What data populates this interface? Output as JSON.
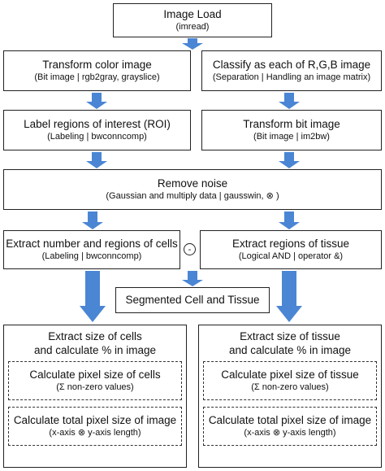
{
  "colors": {
    "arrow": "#4A86D4",
    "border": "#222222"
  },
  "boxes": {
    "image_load": {
      "title": "Image Load",
      "sub": "(imread)"
    },
    "transform_color": {
      "title": "Transform color image",
      "sub": "(Bit image | rgb2gray, grayslice)"
    },
    "classify_rgb": {
      "title": "Classify as each of R,G,B image",
      "sub": "(Separation | Handling an image matrix)"
    },
    "label_roi": {
      "title": "Label regions of interest (ROI)",
      "sub": "(Labeling | bwconncomp)"
    },
    "transform_bit": {
      "title": "Transform bit image",
      "sub": "(Bit image | im2bw)"
    },
    "remove_noise": {
      "title": "Remove noise",
      "sub": "(Gaussian and multiply data | gausswin, ⊗ )"
    },
    "extract_cells": {
      "title": "Extract number and regions of cells",
      "sub": "(Labeling | bwconncomp)"
    },
    "minus_symbol": "-",
    "extract_tissue": {
      "title": "Extract regions of tissue",
      "sub": "(Logical AND | operator &)"
    },
    "segmented": {
      "title": "Segmented Cell and Tissue"
    },
    "cells_size": {
      "title1": "Extract size of cells",
      "title2": "and calculate % in image",
      "pixel_title": "Calculate pixel size of cells",
      "pixel_sub": "(Σ non-zero values)",
      "total_title": "Calculate total pixel size of image",
      "total_sub": "(x-axis ⊗ y-axis length)"
    },
    "tissue_size": {
      "title1": "Extract size of tissue",
      "title2": "and calculate % in image",
      "pixel_title": "Calculate pixel size of tissue",
      "pixel_sub": "(Σ non-zero values)",
      "total_title": "Calculate total pixel size of image",
      "total_sub": "(x-axis ⊗ y-axis length)"
    }
  }
}
